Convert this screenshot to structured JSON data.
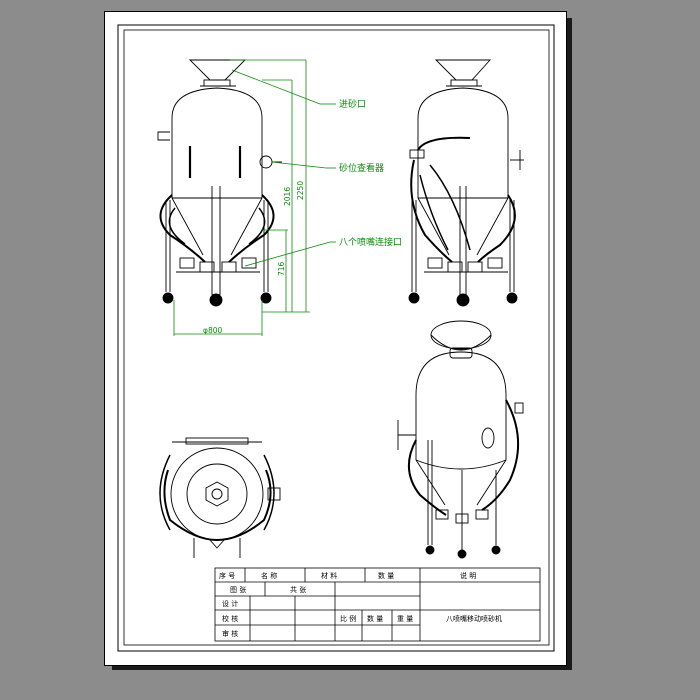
{
  "colors": {
    "background": "#8c8c8c",
    "sheet": "#ffffff",
    "shadow": "#1a1a1a",
    "line": "#000000",
    "dimension": "#0a8a0a"
  },
  "callouts": {
    "sand_inlet": "进砂口",
    "sand_level_viewer": "砂位查看器",
    "eight_nozzle_interface": "八个喷嘴连接口"
  },
  "dimensions": {
    "height_total": "2250",
    "height_body": "2016",
    "height_lower": "716",
    "diameter": "φ800"
  },
  "title_block": {
    "headers": {
      "seq": "序 号",
      "name": "名 称",
      "material": "材 料",
      "quantity": "数 量",
      "remark": "说 明"
    },
    "drawing_label": "图 张",
    "sheet_label": "共 张",
    "design": "设 计",
    "check": "校 核",
    "approve": "审 核",
    "scale": "比 例",
    "qty": "数 量",
    "weight": "重 量",
    "drawing_name": "八喷嘴移动喷砂机"
  },
  "icons": {
    "tank": "pressure-tank-icon",
    "hopper": "hopper-icon",
    "wheel": "caster-wheel-icon"
  }
}
